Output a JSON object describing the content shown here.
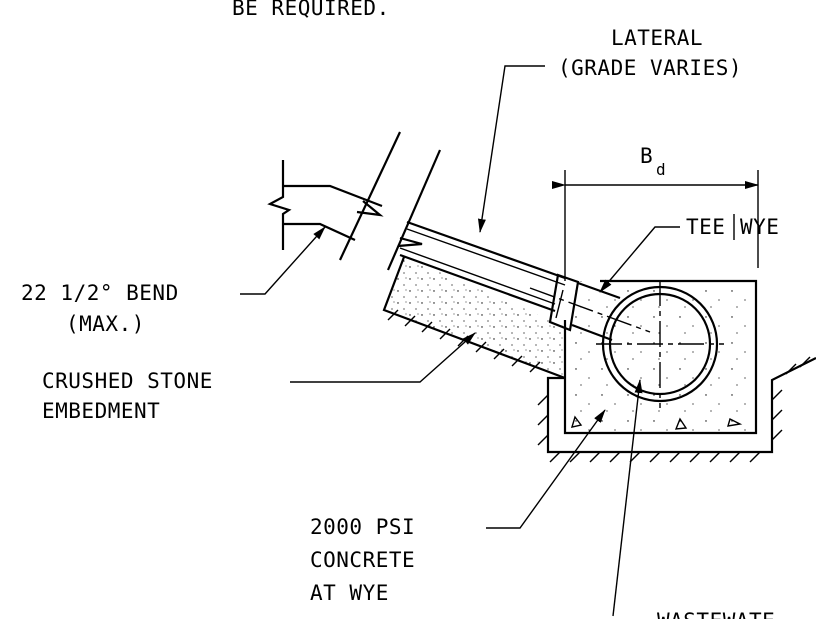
{
  "labels": {
    "top_note": "BE REQUIRED.",
    "lateral": "LATERAL",
    "grade": "(GRADE VARIES)",
    "bd_main": "B",
    "bd_sub": "d",
    "tee": "TEE",
    "wye": "WYE",
    "bend": "22 1/2° BEND",
    "bend_max": "(MAX.)",
    "crushed": "CRUSHED STONE",
    "embedment": "EMBEDMENT",
    "psi": "2000 PSI",
    "concrete": "CONCRETE",
    "at_wye": "AT WYE",
    "wastewater": "WASTEWATE"
  }
}
